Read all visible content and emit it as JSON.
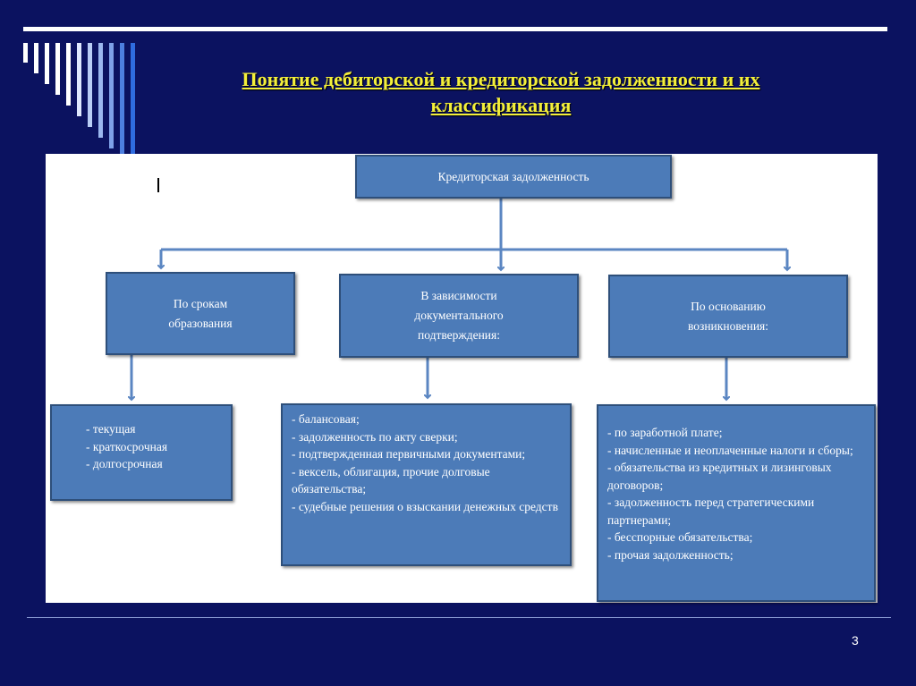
{
  "slide": {
    "title_line1": "Понятие дебиторской и кредиторской задолженности и их",
    "title_line2": "классификация",
    "page_number": "3",
    "colors": {
      "background": "#0b1260",
      "title": "#f3ef3a",
      "box_fill": "#4c7bb8",
      "box_border": "#2e4f7a",
      "connector": "#5b86c2"
    }
  },
  "diagram": {
    "root": {
      "label": "Кредиторская задолженность"
    },
    "categories": [
      {
        "label_lines": [
          "По срокам",
          "образования"
        ]
      },
      {
        "label_lines": [
          "В зависимости",
          "документального",
          "подтверждения:"
        ]
      },
      {
        "label_lines": [
          "По основанию",
          "возникновения:"
        ]
      }
    ],
    "leaves": [
      {
        "items": [
          "- текущая",
          "- краткосрочная",
          "- долгосрочная"
        ]
      },
      {
        "items": [
          "- балансовая;",
          "- задолженность по акту сверки;",
          "- подтвержденная первичными документами;",
          "- вексель, облигация, прочие долговые обязательства;",
          "- судебные решения о взыскании денежных средств"
        ]
      },
      {
        "items": [
          "- по заработной плате;",
          "- начисленные и неоплаченные налоги и сборы;",
          "- обязательства из кредитных и лизинговых договоров;",
          "- задолженность перед стратегическими партнерами;",
          "- бесспорные обязательства;",
          "- прочая задолженность;"
        ]
      }
    ]
  }
}
